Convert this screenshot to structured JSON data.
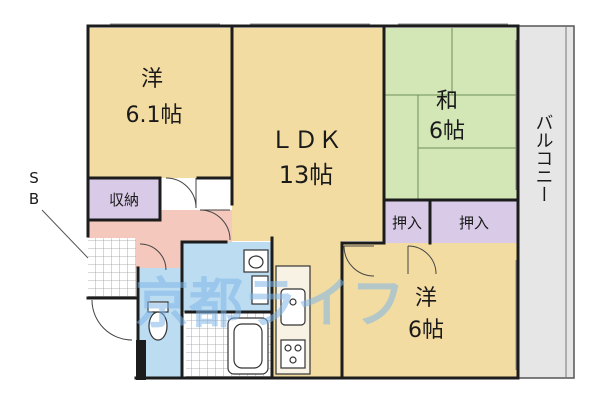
{
  "rooms": {
    "western_a": {
      "type": "洋",
      "size": "6.1帖"
    },
    "ldk": {
      "type": "ＬＤＫ",
      "size": "13帖"
    },
    "japanese": {
      "type": "和",
      "size": "6帖"
    },
    "western_b": {
      "type": "洋",
      "size": "6帖"
    }
  },
  "storage": {
    "closet": "収納",
    "oshiire_1": "押入",
    "oshiire_2": "押入"
  },
  "balcony": "バルコニー",
  "sb": {
    "line1": "S",
    "line2": "B"
  },
  "watermark": "京都ライフ",
  "colors": {
    "wall": "#1c1c1c",
    "room_floor": "#f3dca2",
    "tatami": "#d2e6b6",
    "hall": "#f4c8bc",
    "storage": "#d9cbe8",
    "balcony": "#e6e6e6",
    "wet_area": "#bcdcf2",
    "watermark": "#7fb7e8"
  }
}
